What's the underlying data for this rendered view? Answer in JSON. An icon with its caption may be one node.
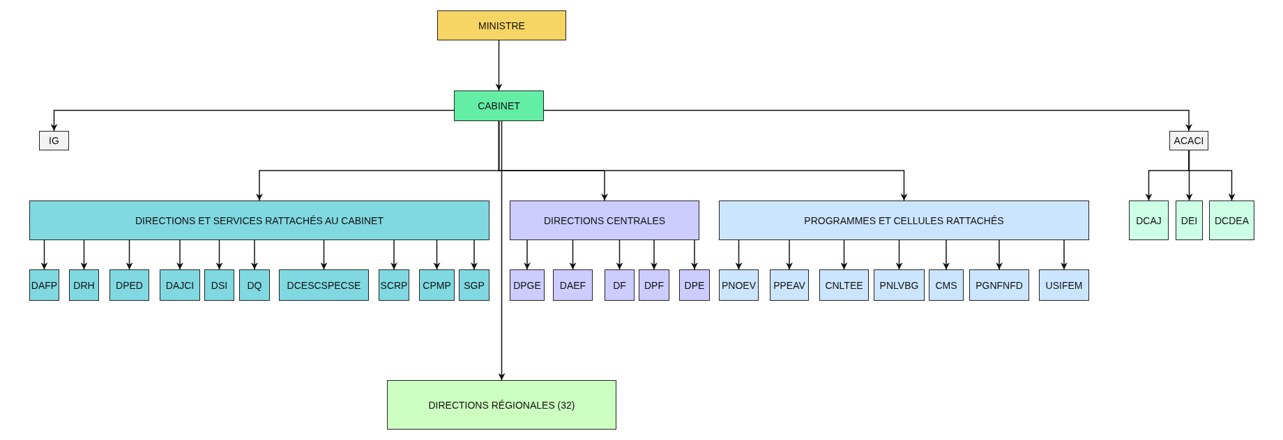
{
  "diagram": {
    "nodes": [
      {
        "text": [
          "MINISTRE"
        ]
      },
      {
        "text": [
          "CABINET"
        ]
      },
      {
        "text": [
          "IG"
        ]
      },
      {
        "text": [
          "ACACI"
        ]
      },
      {
        "text": [
          "DIRECTIONS  ET SERVICES RATTACHÉS AU CABINET"
        ]
      },
      {
        "text": [
          "DIRECTIONS CENTRALES"
        ]
      },
      {
        "text": [
          "PROGRAMMES ET CELLULES RATTACHÉS"
        ]
      },
      {
        "text": [
          "DCAJ"
        ]
      },
      {
        "text": [
          "DEI"
        ]
      },
      {
        "text": [
          "DCDEA"
        ]
      },
      {
        "text": [
          "DAFP"
        ]
      },
      {
        "text": [
          "DRH"
        ]
      },
      {
        "text": [
          "DPED"
        ]
      },
      {
        "text": [
          "DAJCI"
        ]
      },
      {
        "text": [
          "DSI"
        ]
      },
      {
        "text": [
          "DQ"
        ]
      },
      {
        "text": [
          "DCESCSPECSE"
        ]
      },
      {
        "text": [
          "SCRP"
        ]
      },
      {
        "text": [
          "CPMP"
        ]
      },
      {
        "text": [
          "SGP"
        ]
      },
      {
        "text": [
          "DPGE"
        ]
      },
      {
        "text": [
          "DAEF"
        ]
      },
      {
        "text": [
          "DF"
        ]
      },
      {
        "text": [
          "DPF"
        ]
      },
      {
        "text": [
          "DPE"
        ]
      },
      {
        "text": [
          "PNOEV"
        ]
      },
      {
        "text": [
          "PPEAV"
        ]
      },
      {
        "text": [
          "CNLTEE"
        ]
      },
      {
        "text": [
          "PNLVBG"
        ]
      },
      {
        "text": [
          "CMS"
        ]
      },
      {
        "text": [
          "PGNFNFD"
        ]
      },
      {
        "text": [
          "USIFEM"
        ]
      },
      {
        "text": [
          "DIRECTIONS RÉGIONALES (32)"
        ]
      }
    ],
    "edges": [
      {
        "from": 0,
        "to": 1,
        "arrow": "to"
      },
      {
        "from": 1,
        "to": 2,
        "arrow": "to"
      },
      {
        "from": 1,
        "to": 3,
        "arrow": "to"
      },
      {
        "from": 1,
        "to": 4,
        "arrow": "to"
      },
      {
        "from": 1,
        "to": 5,
        "arrow": "to"
      },
      {
        "from": 1,
        "to": 6,
        "arrow": "to"
      },
      {
        "from": 1,
        "to": 32,
        "arrow": "to"
      },
      {
        "from": 3,
        "to": 7,
        "arrow": "to"
      },
      {
        "from": 3,
        "to": 8,
        "arrow": "to"
      },
      {
        "from": 3,
        "to": 9,
        "arrow": "to"
      },
      {
        "from": 4,
        "to": 10,
        "arrow": "to"
      },
      {
        "from": 4,
        "to": 11,
        "arrow": "to"
      },
      {
        "from": 4,
        "to": 12,
        "arrow": "to"
      },
      {
        "from": 4,
        "to": 13,
        "arrow": "to"
      },
      {
        "from": 4,
        "to": 14,
        "arrow": "to"
      },
      {
        "from": 4,
        "to": 15,
        "arrow": "to"
      },
      {
        "from": 4,
        "to": 16,
        "arrow": "to"
      },
      {
        "from": 4,
        "to": 17,
        "arrow": "to"
      },
      {
        "from": 4,
        "to": 18,
        "arrow": "to"
      },
      {
        "from": 4,
        "to": 19,
        "arrow": "to"
      },
      {
        "from": 5,
        "to": 20,
        "arrow": "to"
      },
      {
        "from": 5,
        "to": 21,
        "arrow": "to"
      },
      {
        "from": 5,
        "to": 22,
        "arrow": "to"
      },
      {
        "from": 5,
        "to": 23,
        "arrow": "to"
      },
      {
        "from": 5,
        "to": 24,
        "arrow": "to"
      },
      {
        "from": 6,
        "to": 25,
        "arrow": "to"
      },
      {
        "from": 6,
        "to": 26,
        "arrow": "to"
      },
      {
        "from": 6,
        "to": 27,
        "arrow": "to"
      },
      {
        "from": 6,
        "to": 28,
        "arrow": "to"
      },
      {
        "from": 6,
        "to": 29,
        "arrow": "to"
      },
      {
        "from": 6,
        "to": 30,
        "arrow": "to"
      },
      {
        "from": 6,
        "to": 31,
        "arrow": "to"
      }
    ]
  }
}
